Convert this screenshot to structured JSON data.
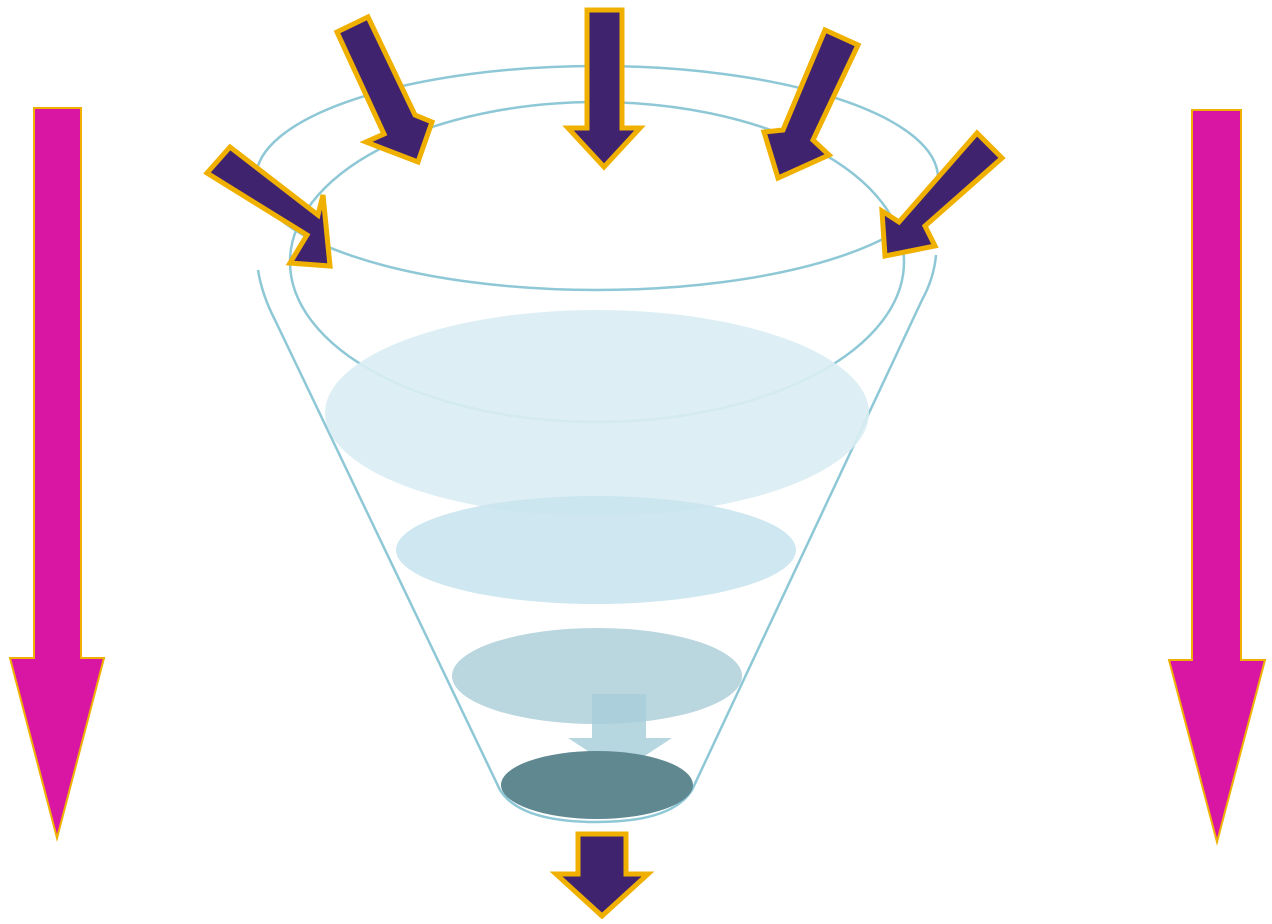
{
  "diagram": {
    "type": "funnel",
    "input_arrow_count": 5,
    "output_arrow_count": 1,
    "funnel_layer_count": 4,
    "side_arrow_count": 2,
    "colors": {
      "input_arrow_fill": "#40236f",
      "arrow_outline": "#f0b000",
      "side_arrow_fill": "#d916a4",
      "funnel_outline": "#8ec8d6",
      "layer_1": "#d9edf3",
      "layer_2": "#c9e4ee",
      "layer_3": "#b3d2dc",
      "layer_4": "#5f8891",
      "background": "#ffffff"
    }
  }
}
